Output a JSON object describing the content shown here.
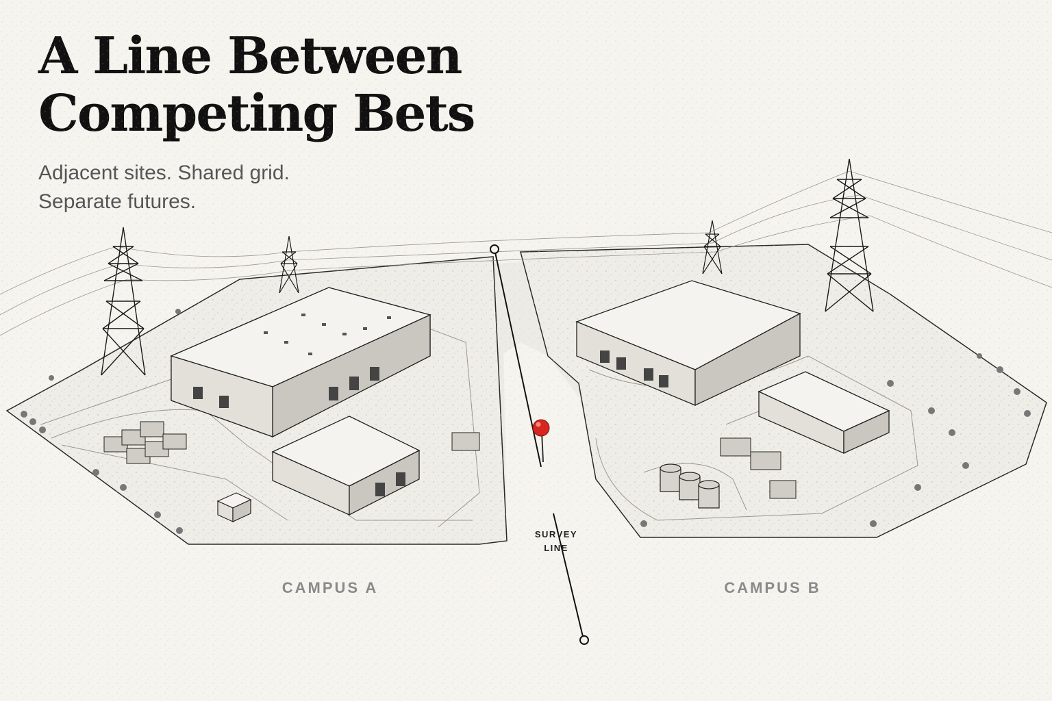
{
  "header": {
    "title_line1": "A Line Between",
    "title_line2": "Competing Bets",
    "subtitle_line1": "Adjacent sites. Shared grid.",
    "subtitle_line2": "Separate futures."
  },
  "labels": {
    "campus_a": "CAMPUS A",
    "campus_b": "CAMPUS B",
    "survey_line_1": "SURVEY",
    "survey_line_2": "LINE"
  },
  "colors": {
    "background": "#f6f4ef",
    "ink": "#1a1a1a",
    "pin": "#d7261e"
  }
}
